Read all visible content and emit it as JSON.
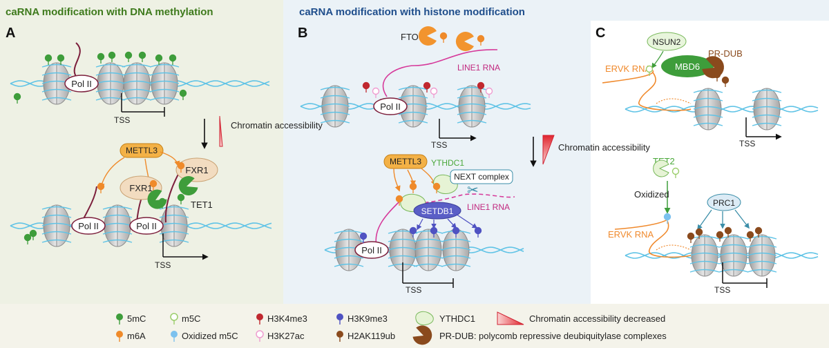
{
  "colors": {
    "panel_left": "#eef1e4",
    "panel_mid": "#ebf2f7",
    "panel_right": "#ffffff",
    "legend_bg": "#f4f3ea",
    "green_title": "#3e7a1c",
    "blue_title": "#1f4e8c",
    "dna": "#5fc3e6",
    "nucleosome": "#c8c8c8",
    "pol_rna": "#7c1f3c",
    "line1": "#d6399a",
    "ervk": "#f08a2d",
    "mark_5mC": "#3e9d3b",
    "mark_m6A": "#ef8a2a",
    "mark_m5C": "#9acd6a",
    "mark_ox": "#7cc1ee",
    "mark_h3k4": "#c0282f",
    "mark_h3k27": "#ef9cd0",
    "mark_h3k9": "#4f52c2",
    "mark_h2ak": "#8a4a1d"
  },
  "panel_a": {
    "title": "caRNA modification with DNA methylation",
    "letter": "A",
    "pol_top": "Pol II",
    "tss_top": "TSS",
    "accessibility": "Chromatin accessibility",
    "mettl3": "METTL3",
    "fxr1_a": "FXR1",
    "fxr1_b": "FXR1",
    "tet1": "TET1",
    "pol_bottom_1": "Pol II",
    "pol_bottom_2": "Pol II",
    "tss_bottom": "TSS"
  },
  "panel_b": {
    "title": "caRNA modification with histone modification",
    "letter": "B",
    "fto": "FTO",
    "line1_top": "LINE1 RNA",
    "pol_top": "Pol II",
    "tss_top": "TSS",
    "accessibility": "Chromatin accessibility",
    "mettl3": "METTL3",
    "ythdc1": "YTHDC1",
    "next": "NEXT complex",
    "setdb1": "SETDB1",
    "line1_bottom": "LINE1 RNA",
    "pol_bottom": "Pol II",
    "tss_bottom": "TSS"
  },
  "panel_c": {
    "letter": "C",
    "nsun2": "NSUN2",
    "mbd6": "MBD6",
    "prdub": "PR-DUB",
    "ervk_top": "ERVK RNA",
    "tss_top": "TSS",
    "tet2": "TET2",
    "oxidized": "Oxidized",
    "prc1": "PRC1",
    "ervk_bottom": "ERVK RNA",
    "tss_bottom": "TSS"
  },
  "legend": {
    "five_mc": "5mC",
    "m6a": "m6A",
    "m5c": "m5C",
    "ox_m5c": "Oxidized m5C",
    "h3k4me3": "H3K4me3",
    "h3k27ac": "H3K27ac",
    "h3k9me3": "H3K9me3",
    "h2ak119ub": "H2AK119ub",
    "ythdc1": "YTHDC1",
    "prdub": "PR-DUB: polycomb repressive deubiquitylase  complexes",
    "chrom_decreased": "Chromatin accessibility decreased"
  }
}
